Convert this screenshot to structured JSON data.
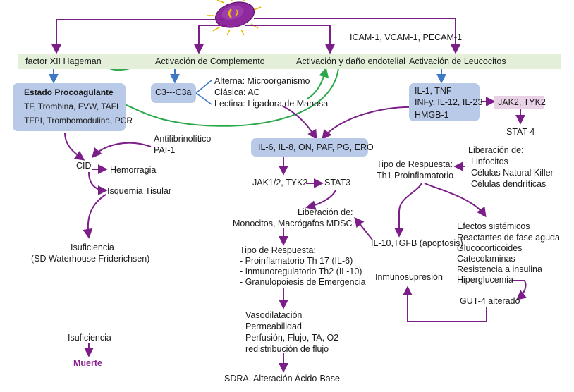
{
  "nodes": {
    "icam": "ICAM-1, VCAM-1, PECAM-1",
    "factor_xii": "factor XII Hageman",
    "act_complemento": "Activación de Complemento",
    "act_endotelial": "Activación y daño endotelial",
    "act_leucocitos": "Activación de Leucocitos",
    "estado_procoagulante": "Estado Procoagulante",
    "procoag_up": "TF, Trombina, FVW, TAFI",
    "procoag_down": "TFPI, Trombomodulina, PCR",
    "c3": "C3---C3a",
    "alterna": "Alterna: Microorganismo",
    "clasica": "Clásica: AC",
    "lectina": "Lectina: Ligadora de Manosa",
    "il1_tnf": "IL-1, TNF",
    "infy": "INFy, IL-12, IL-23",
    "jak2_tyk2": "JAK2, TYK2",
    "hmgb1": "HMGB-1",
    "stat4": "STAT 4",
    "antifibrinolitico": "Antifibrinolítico",
    "pai1": "PAI-1",
    "il6_box": "IL-6, IL-8, ON, PAF, PG, ERO",
    "cid": "CID",
    "hemorragia": "Hemorragia",
    "isquemia": "Isquemia Tisular",
    "jak12_tyk2": "JAK1/2, TYK2",
    "stat3": "STAT3",
    "liberacion_de": "Liberación de:",
    "monocitos": "Monocitos, Macrógafos MDSC",
    "insuficiencia": "Isuficiencia",
    "sd_waterhouse": "(SD Waterhouse Friderichsen)",
    "tipo_respuesta_th1": "Tipo de Respuesta:",
    "th1": "Th1 Proinflamatorio",
    "lib_right_title": "Liberación de:",
    "lib_right_1": "Linfocitos",
    "lib_right_2": "Células Natural Killer",
    "lib_right_3": "Células dendríticas",
    "il10_tgfb": "IL-10,TGFB (apoptosis)",
    "efectos_1": "Efectos sistémicos",
    "efectos_2": "Reactantes de fase aguda",
    "efectos_3": "Glucocorticoides",
    "efectos_4": "Catecolaminas",
    "efectos_5": "Resistencia a insulina",
    "efectos_6": "Hiperglucemia",
    "tipo_respuesta_2": "Tipo de Respuesta:",
    "resp_1": "- Proinflamatorio Th 17 (IL-6)",
    "resp_2": "- Inmunoregulatorio Th2 (IL-10)",
    "resp_3": "- Granulopoiesis de Emergencia",
    "inmunosupresion": "Inmunosupresión",
    "gut4": "GUT-4 alterado",
    "vaso_1": "Vasodilatación",
    "vaso_2": "Permeabilidad",
    "vaso_3": "Perfusión, Flujo, TA, O2",
    "vaso_4": "redistribución de flujo",
    "insuficiencia_2": "Isuficiencia",
    "muerte": "Muerte",
    "sdra": "SDRA, Alteración Ácido-Base"
  },
  "colors": {
    "purple": "#7b1e88",
    "green": "#2aa84a",
    "blue": "#3f78c4",
    "band": "#e3efd9",
    "box": "#b9c9e8",
    "pink": "#ead2e6"
  }
}
